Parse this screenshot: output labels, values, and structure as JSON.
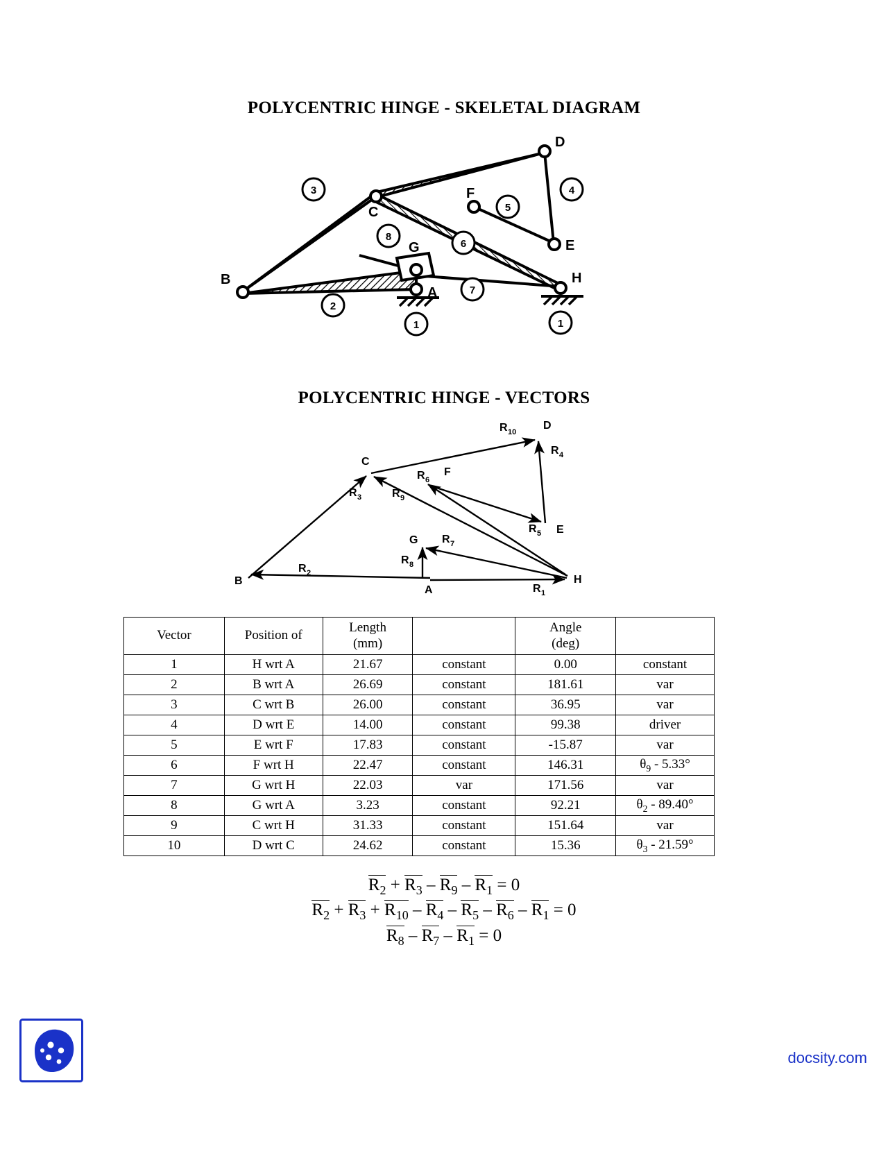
{
  "sections": {
    "skeletal_title": "POLYCENTRIC HINGE - SKELETAL DIAGRAM",
    "vectors_title": "POLYCENTRIC HINGE - VECTORS"
  },
  "skeletal_diagram": {
    "joint_labels": [
      "A",
      "B",
      "C",
      "D",
      "E",
      "F",
      "G",
      "H"
    ],
    "link_numbers": [
      "1",
      "1",
      "2",
      "3",
      "4",
      "5",
      "6",
      "7",
      "8"
    ],
    "ground_joints": [
      "A",
      "H"
    ],
    "slider_joint": "G"
  },
  "vector_diagram": {
    "point_labels": [
      "A",
      "B",
      "C",
      "D",
      "E",
      "F",
      "G",
      "H"
    ],
    "vectors": [
      {
        "name": "R",
        "sub": "1",
        "from": "A",
        "to": "H"
      },
      {
        "name": "R",
        "sub": "2",
        "from": "A",
        "to": "B"
      },
      {
        "name": "R",
        "sub": "3",
        "from": "B",
        "to": "C"
      },
      {
        "name": "R",
        "sub": "4",
        "from": "E",
        "to": "D"
      },
      {
        "name": "R",
        "sub": "5",
        "from": "F",
        "to": "E"
      },
      {
        "name": "R",
        "sub": "6",
        "from": "H",
        "to": "F"
      },
      {
        "name": "R",
        "sub": "7",
        "from": "H",
        "to": "G"
      },
      {
        "name": "R",
        "sub": "8",
        "from": "A",
        "to": "G"
      },
      {
        "name": "R",
        "sub": "9",
        "from": "H",
        "to": "C"
      },
      {
        "name": "R",
        "sub": "10",
        "from": "C",
        "to": "D"
      }
    ]
  },
  "table": {
    "headers": [
      "Vector",
      "Position of",
      "Length\n(mm)",
      "",
      "Angle\n(deg)",
      ""
    ],
    "rows": [
      {
        "vector": "1",
        "position": "H wrt A",
        "length": "21.67",
        "length_type": "constant",
        "angle": "0.00",
        "angle_type": "constant",
        "angle_type_theta": null
      },
      {
        "vector": "2",
        "position": "B wrt A",
        "length": "26.69",
        "length_type": "constant",
        "angle": "181.61",
        "angle_type": "var",
        "angle_type_theta": null
      },
      {
        "vector": "3",
        "position": "C wrt B",
        "length": "26.00",
        "length_type": "constant",
        "angle": "36.95",
        "angle_type": "var",
        "angle_type_theta": null
      },
      {
        "vector": "4",
        "position": "D wrt E",
        "length": "14.00",
        "length_type": "constant",
        "angle": "99.38",
        "angle_type": "driver",
        "angle_type_theta": null
      },
      {
        "vector": "5",
        "position": "E wrt F",
        "length": "17.83",
        "length_type": "constant",
        "angle": "-15.87",
        "angle_type": "var",
        "angle_type_theta": null
      },
      {
        "vector": "6",
        "position": "F wrt H",
        "length": "22.47",
        "length_type": "constant",
        "angle": "146.31",
        "angle_type": null,
        "angle_type_theta": {
          "sym": "θ",
          "sub": "9",
          "expr": " - 5.33°"
        }
      },
      {
        "vector": "7",
        "position": "G wrt H",
        "length": "22.03",
        "length_type": "var",
        "angle": "171.56",
        "angle_type": "var",
        "angle_type_theta": null
      },
      {
        "vector": "8",
        "position": "G wrt A",
        "length": "3.23",
        "length_type": "constant",
        "angle": "92.21",
        "angle_type": null,
        "angle_type_theta": {
          "sym": "θ",
          "sub": "2",
          "expr": " - 89.40°"
        }
      },
      {
        "vector": "9",
        "position": "C wrt H",
        "length": "31.33",
        "length_type": "constant",
        "angle": "151.64",
        "angle_type": "var",
        "angle_type_theta": null
      },
      {
        "vector": "10",
        "position": "D wrt C",
        "length": "24.62",
        "length_type": "constant",
        "angle": "15.36",
        "angle_type": null,
        "angle_type_theta": {
          "sym": "θ",
          "sub": "3",
          "expr": " - 21.59°"
        }
      }
    ]
  },
  "equations": [
    {
      "terms": [
        {
          "op": "",
          "sub": "2"
        },
        {
          "op": "+",
          "sub": "3"
        },
        {
          "op": "–",
          "sub": "9"
        },
        {
          "op": "–",
          "sub": "1"
        }
      ],
      "rhs": "= 0"
    },
    {
      "terms": [
        {
          "op": "",
          "sub": "2"
        },
        {
          "op": "+",
          "sub": "3"
        },
        {
          "op": "+",
          "sub": "10"
        },
        {
          "op": "–",
          "sub": "4"
        },
        {
          "op": "–",
          "sub": "5"
        },
        {
          "op": "–",
          "sub": "6"
        },
        {
          "op": "–",
          "sub": "1"
        }
      ],
      "rhs": "= 0"
    },
    {
      "terms": [
        {
          "op": "",
          "sub": "8"
        },
        {
          "op": "–",
          "sub": "7"
        },
        {
          "op": "–",
          "sub": "1"
        }
      ],
      "rhs": "= 0"
    }
  ],
  "footer": {
    "url": "docsity.com",
    "logo_color": "#1a32c8"
  }
}
